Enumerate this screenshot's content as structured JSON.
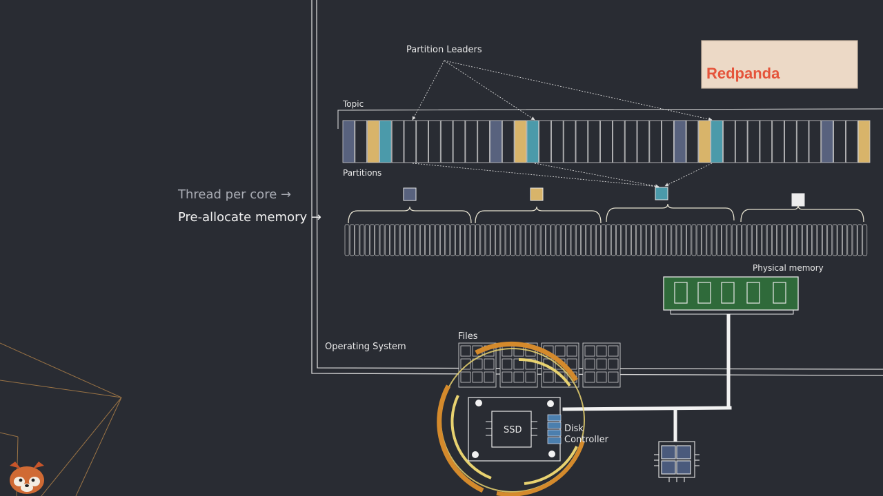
{
  "logo": {
    "text": "Redpanda",
    "color": "#e5543b",
    "card_color": "#ecd9c6"
  },
  "labels": {
    "partition_leaders": "Partition Leaders",
    "topic": "Topic",
    "partitions": "Partitions",
    "thread_per_core": "Thread per core →",
    "preallocate_memory": "Pre-allocate memory →",
    "physical_memory": "Physical memory",
    "operating_system": "Operating System",
    "files": "Files",
    "ssd": "SSD",
    "disk_controller_line1": "Disk",
    "disk_controller_line2": "Controller"
  },
  "colors": {
    "background": "#292c33",
    "line": "#d8d8d8",
    "slate": "#58627e",
    "gold": "#d8b46a",
    "teal": "#4b9aaa",
    "ram_green": "#2f6a3a",
    "ring_orange": "#d48a2c",
    "ring_yellow": "#e8d270"
  },
  "topic_cells": [
    "slate",
    "",
    "gold",
    "teal",
    "",
    "",
    "",
    "",
    "",
    "",
    "",
    "",
    "slate",
    "",
    "gold",
    "teal",
    "",
    "",
    "",
    "",
    "",
    "",
    "",
    "",
    "",
    "",
    "",
    "slate",
    "",
    "gold",
    "teal",
    "",
    "",
    "",
    "",
    "",
    "",
    "",
    "",
    "slate",
    "",
    "",
    "gold"
  ],
  "partition_cores": [
    "slate",
    "gold",
    "teal",
    "white"
  ]
}
